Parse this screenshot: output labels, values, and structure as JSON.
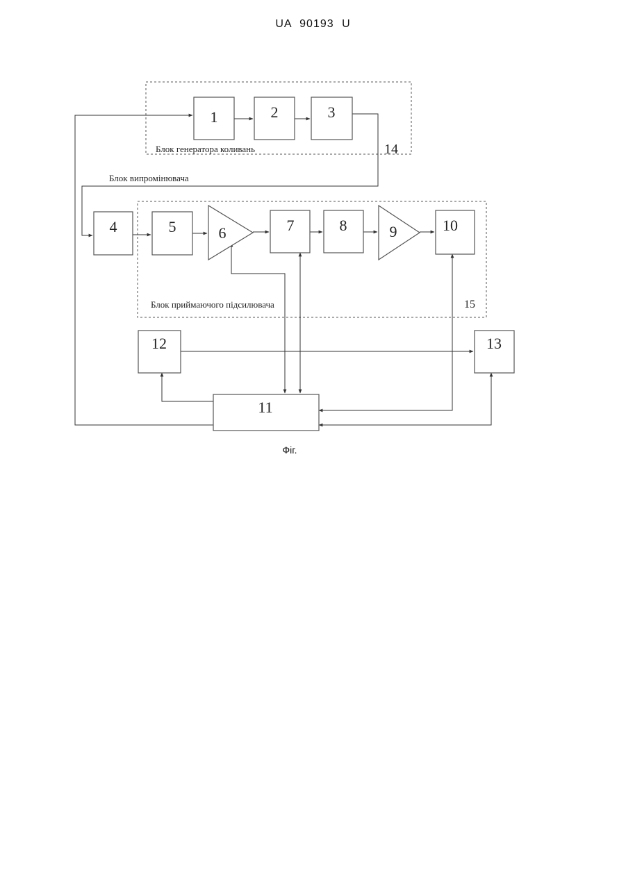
{
  "header": {
    "doc_number": "UA   90193   U"
  },
  "diagram": {
    "blocks": {
      "b1": "1",
      "b2": "2",
      "b3": "3",
      "b4": "4",
      "b5": "5",
      "b6": "6",
      "b7": "7",
      "b8": "8",
      "b9": "9",
      "b10": "10",
      "b11": "11",
      "b12": "12",
      "b13": "13"
    },
    "groups": {
      "generator": {
        "label": "Блок генератора коливань",
        "number": "14"
      },
      "emitter": {
        "label": "Блок випромінювача"
      },
      "receiver": {
        "label": "Блок приймаючого підсилювача",
        "number": "15"
      }
    }
  },
  "figure": {
    "caption": "Фіг."
  }
}
